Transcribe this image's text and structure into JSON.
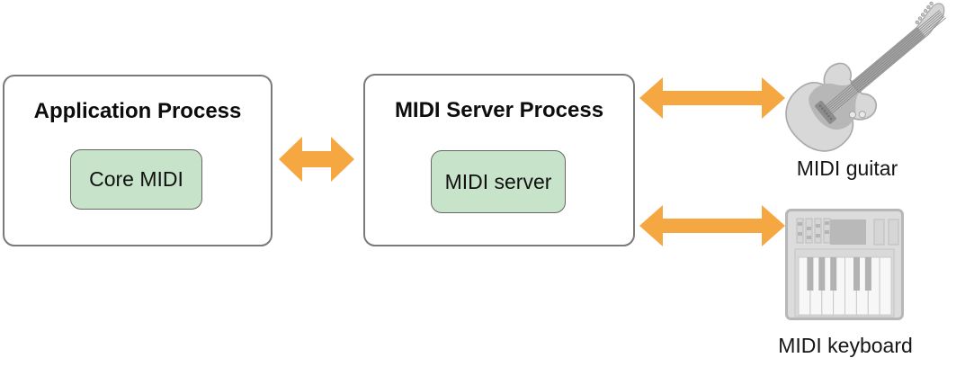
{
  "diagram": {
    "boxes": [
      {
        "title": "Application Process",
        "chip": "Core MIDI"
      },
      {
        "title": "MIDI Server Process",
        "chip": "MIDI server"
      }
    ],
    "devices": {
      "guitar_label": "MIDI guitar",
      "keyboard_label": "MIDI keyboard"
    },
    "colors": {
      "arrow": "#F5A742",
      "chip_fill": "#C7E3C9",
      "chip_border": "#666666",
      "box_border": "#7A7A7A"
    }
  }
}
